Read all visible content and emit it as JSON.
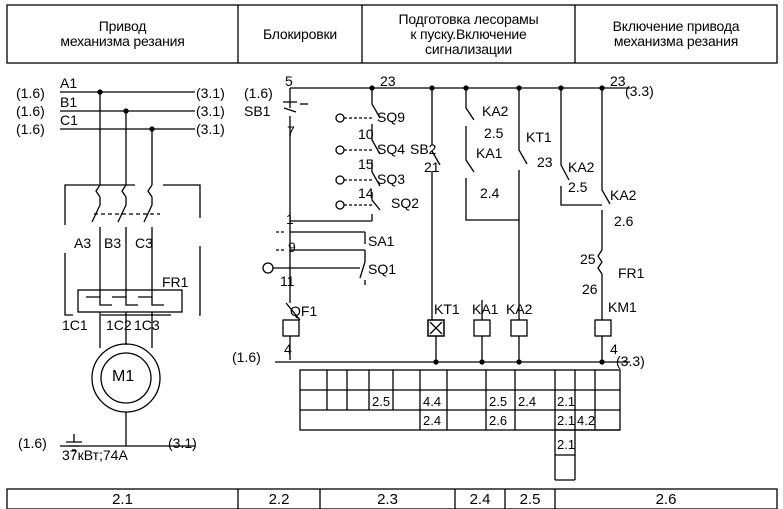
{
  "header": {
    "col1": "Привод\nмеханизма резания",
    "col2": "Блокировки",
    "col3": "Подготовка лесорамы\nк пуску.Включение\nсигнализации",
    "col4": "Включение привода\nмеханизма резания"
  },
  "footer": [
    "2.1",
    "2.2",
    "2.3",
    "2.4",
    "2.5",
    "2.6"
  ],
  "labels": {
    "ref_a1": "(1.6)",
    "a1": "A1",
    "a1_ref": "(3.1)",
    "ref_b1": "(1.6)",
    "b1": "B1",
    "b1_ref": "(3.1)",
    "ref_c1": "(1.6)",
    "c1": "C1",
    "c1_ref": "(3.1)",
    "ref_5": "(1.6)",
    "n5": "5",
    "sb1": "SB1",
    "n7": "7",
    "n23": "23",
    "n23r": "23",
    "ref_33a": "(3.3)",
    "sq9": "SQ9",
    "n10": "10",
    "sq4": "SQ4",
    "sb2": "SB2",
    "n15": "15",
    "n21": "21",
    "sq3": "SQ3",
    "n14": "14",
    "sq2": "SQ2",
    "ka2_a": "KA2",
    "n25_a": "2.5",
    "kt1_a": "KT1",
    "ka1_a": "KA1",
    "n23b": "23",
    "n24_a": "2.4",
    "ka2_b": "KA2",
    "n25_b": "2.5",
    "ka2_c": "KA2",
    "n26_a": "2.6",
    "n1": "1",
    "n9": "9",
    "sa1": "SA1",
    "sq1": "SQ1",
    "n11": "11",
    "qf1": "QF1",
    "a3": "A3",
    "b3": "B3",
    "c3": "C3",
    "fr1": "FR1",
    "n1c1": "1C1",
    "n1c2": "1C2",
    "n1c3": "1C3",
    "m1": "M1",
    "ref_4": "(1.6)",
    "n4": "4",
    "n4r": "4",
    "ref_33b": "(3.3)",
    "kt1_c": "KT1",
    "ka1_c": "KA1",
    "ka2_coil": "KA2",
    "n25": "25",
    "fr1_c": "FR1",
    "n26": "26",
    "km1": "KM1",
    "ref_gnd": "(1.6)",
    "motor_rating": "37кВт;74А",
    "ref_gnd_r": "(3.1)"
  },
  "xref_rows": [
    [
      "",
      "",
      "2.5",
      "",
      "4.4",
      "",
      "2.5",
      "2.4",
      "2.1",
      "",
      ""
    ],
    [
      "",
      "",
      "",
      "",
      "2.4",
      "",
      "2.6",
      "",
      "2.1",
      "4.2",
      ""
    ],
    [
      "",
      "",
      "",
      "",
      "",
      "",
      "",
      "",
      "2.1",
      "",
      ""
    ]
  ],
  "colors": {
    "line": "#000000",
    "background": "#ffffff"
  }
}
